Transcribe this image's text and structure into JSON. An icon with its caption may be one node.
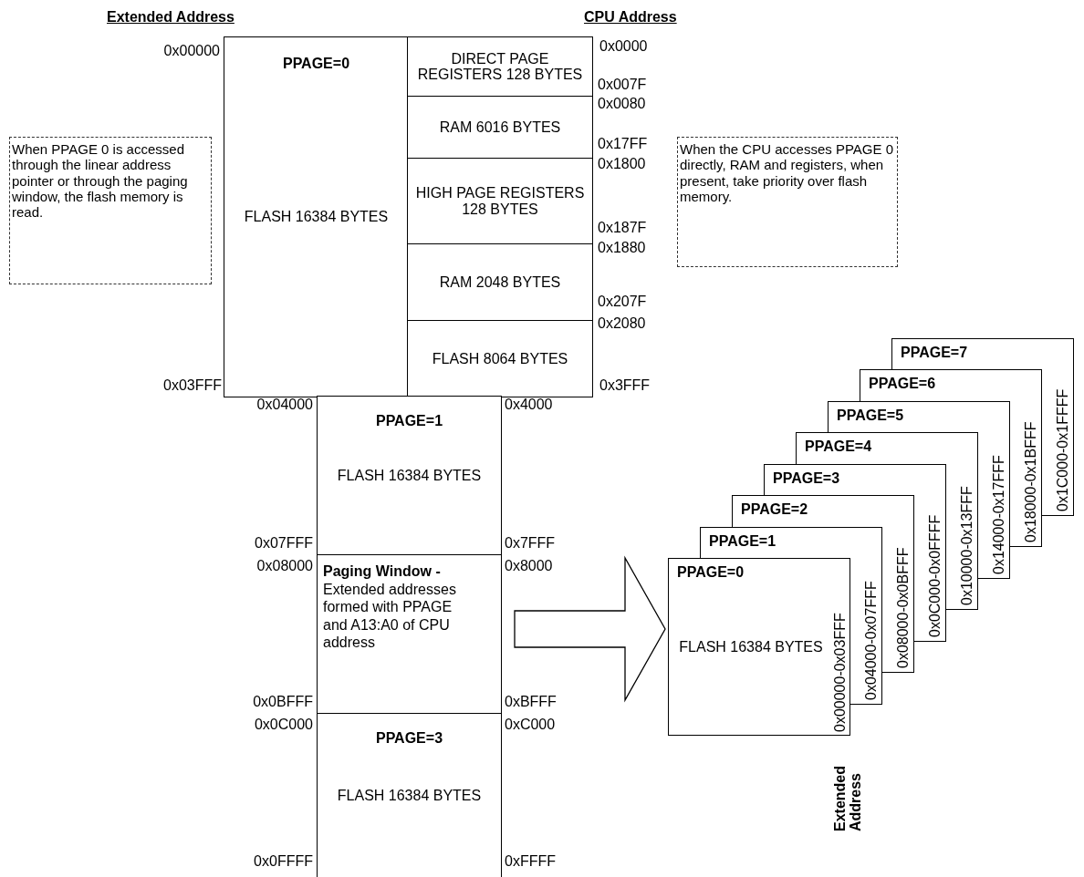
{
  "diagram": {
    "nodes": [
      {
        "text": [
          "When PPAGE 0 is accessed through the linear address pointer or through the paging window, the flash memory is read."
        ]
      },
      {
        "text": [
          "PPAGE=0",
          "FLASH 16384 BYTES"
        ]
      },
      {
        "text": [
          "DIRECT PAGE REGISTERS 128 BYTES"
        ]
      },
      {
        "text": [
          "RAM 6016 BYTES"
        ]
      },
      {
        "text": [
          "HIGH PAGE REGISTERS 128 BYTES"
        ]
      },
      {
        "text": [
          "RAM 2048 BYTES"
        ]
      },
      {
        "text": [
          "FLASH 8064 BYTES"
        ]
      },
      {
        "text": [
          "When the CPU accesses PPAGE 0 directly, RAM and registers, when present, take priority over flash memory."
        ]
      },
      {
        "text": [
          "PPAGE=1",
          "FLASH 16384 BYTES"
        ]
      },
      {
        "text": [
          "**Paging Window -** Extended addresses formed with PPAGE and A13:A0 of CPU address"
        ]
      },
      {
        "text": [
          "PPAGE=3",
          "FLASH 16384 BYTES"
        ]
      },
      {
        "text": [
          "PPAGE=0",
          "FLASH 16384 BYTES",
          "0x00000-0x03FFF"
        ]
      },
      {
        "text": [
          "PPAGE=1",
          "0x04000-0x07FFF"
        ]
      },
      {
        "text": [
          "PPAGE=2",
          "0x08000-0x0BFFF"
        ]
      },
      {
        "text": [
          "PPAGE=3",
          "0x0C000-0x0FFFF"
        ]
      },
      {
        "text": [
          "PPAGE=4",
          "0x10000-0x13FFF"
        ]
      },
      {
        "text": [
          "PPAGE=5",
          "0x14000-0x17FFF"
        ]
      },
      {
        "text": [
          "PPAGE=6",
          "0x18000-0x1BFFF"
        ]
      },
      {
        "text": [
          "PPAGE=7",
          "0x1C000-0x1FFFF"
        ]
      }
    ],
    "edges": [
      {
        "from": 9,
        "to": 11,
        "arrow": "to"
      }
    ],
    "labels": [
      "Extended Address",
      "CPU Address",
      "0x00000",
      "0x0000",
      "0x007F",
      "0x0080",
      "0x17FF",
      "0x1800",
      "0x187F",
      "0x1880",
      "0x207F",
      "0x2080",
      "0x03FFF",
      "0x3FFF",
      "0x04000",
      "0x4000",
      "0x07FFF",
      "0x7FFF",
      "0x08000",
      "0x8000",
      "0x0BFFF",
      "0xBFFF",
      "0x0C000",
      "0xC000",
      "0x0FFFF",
      "0xFFFF",
      "Extended Address"
    ]
  }
}
